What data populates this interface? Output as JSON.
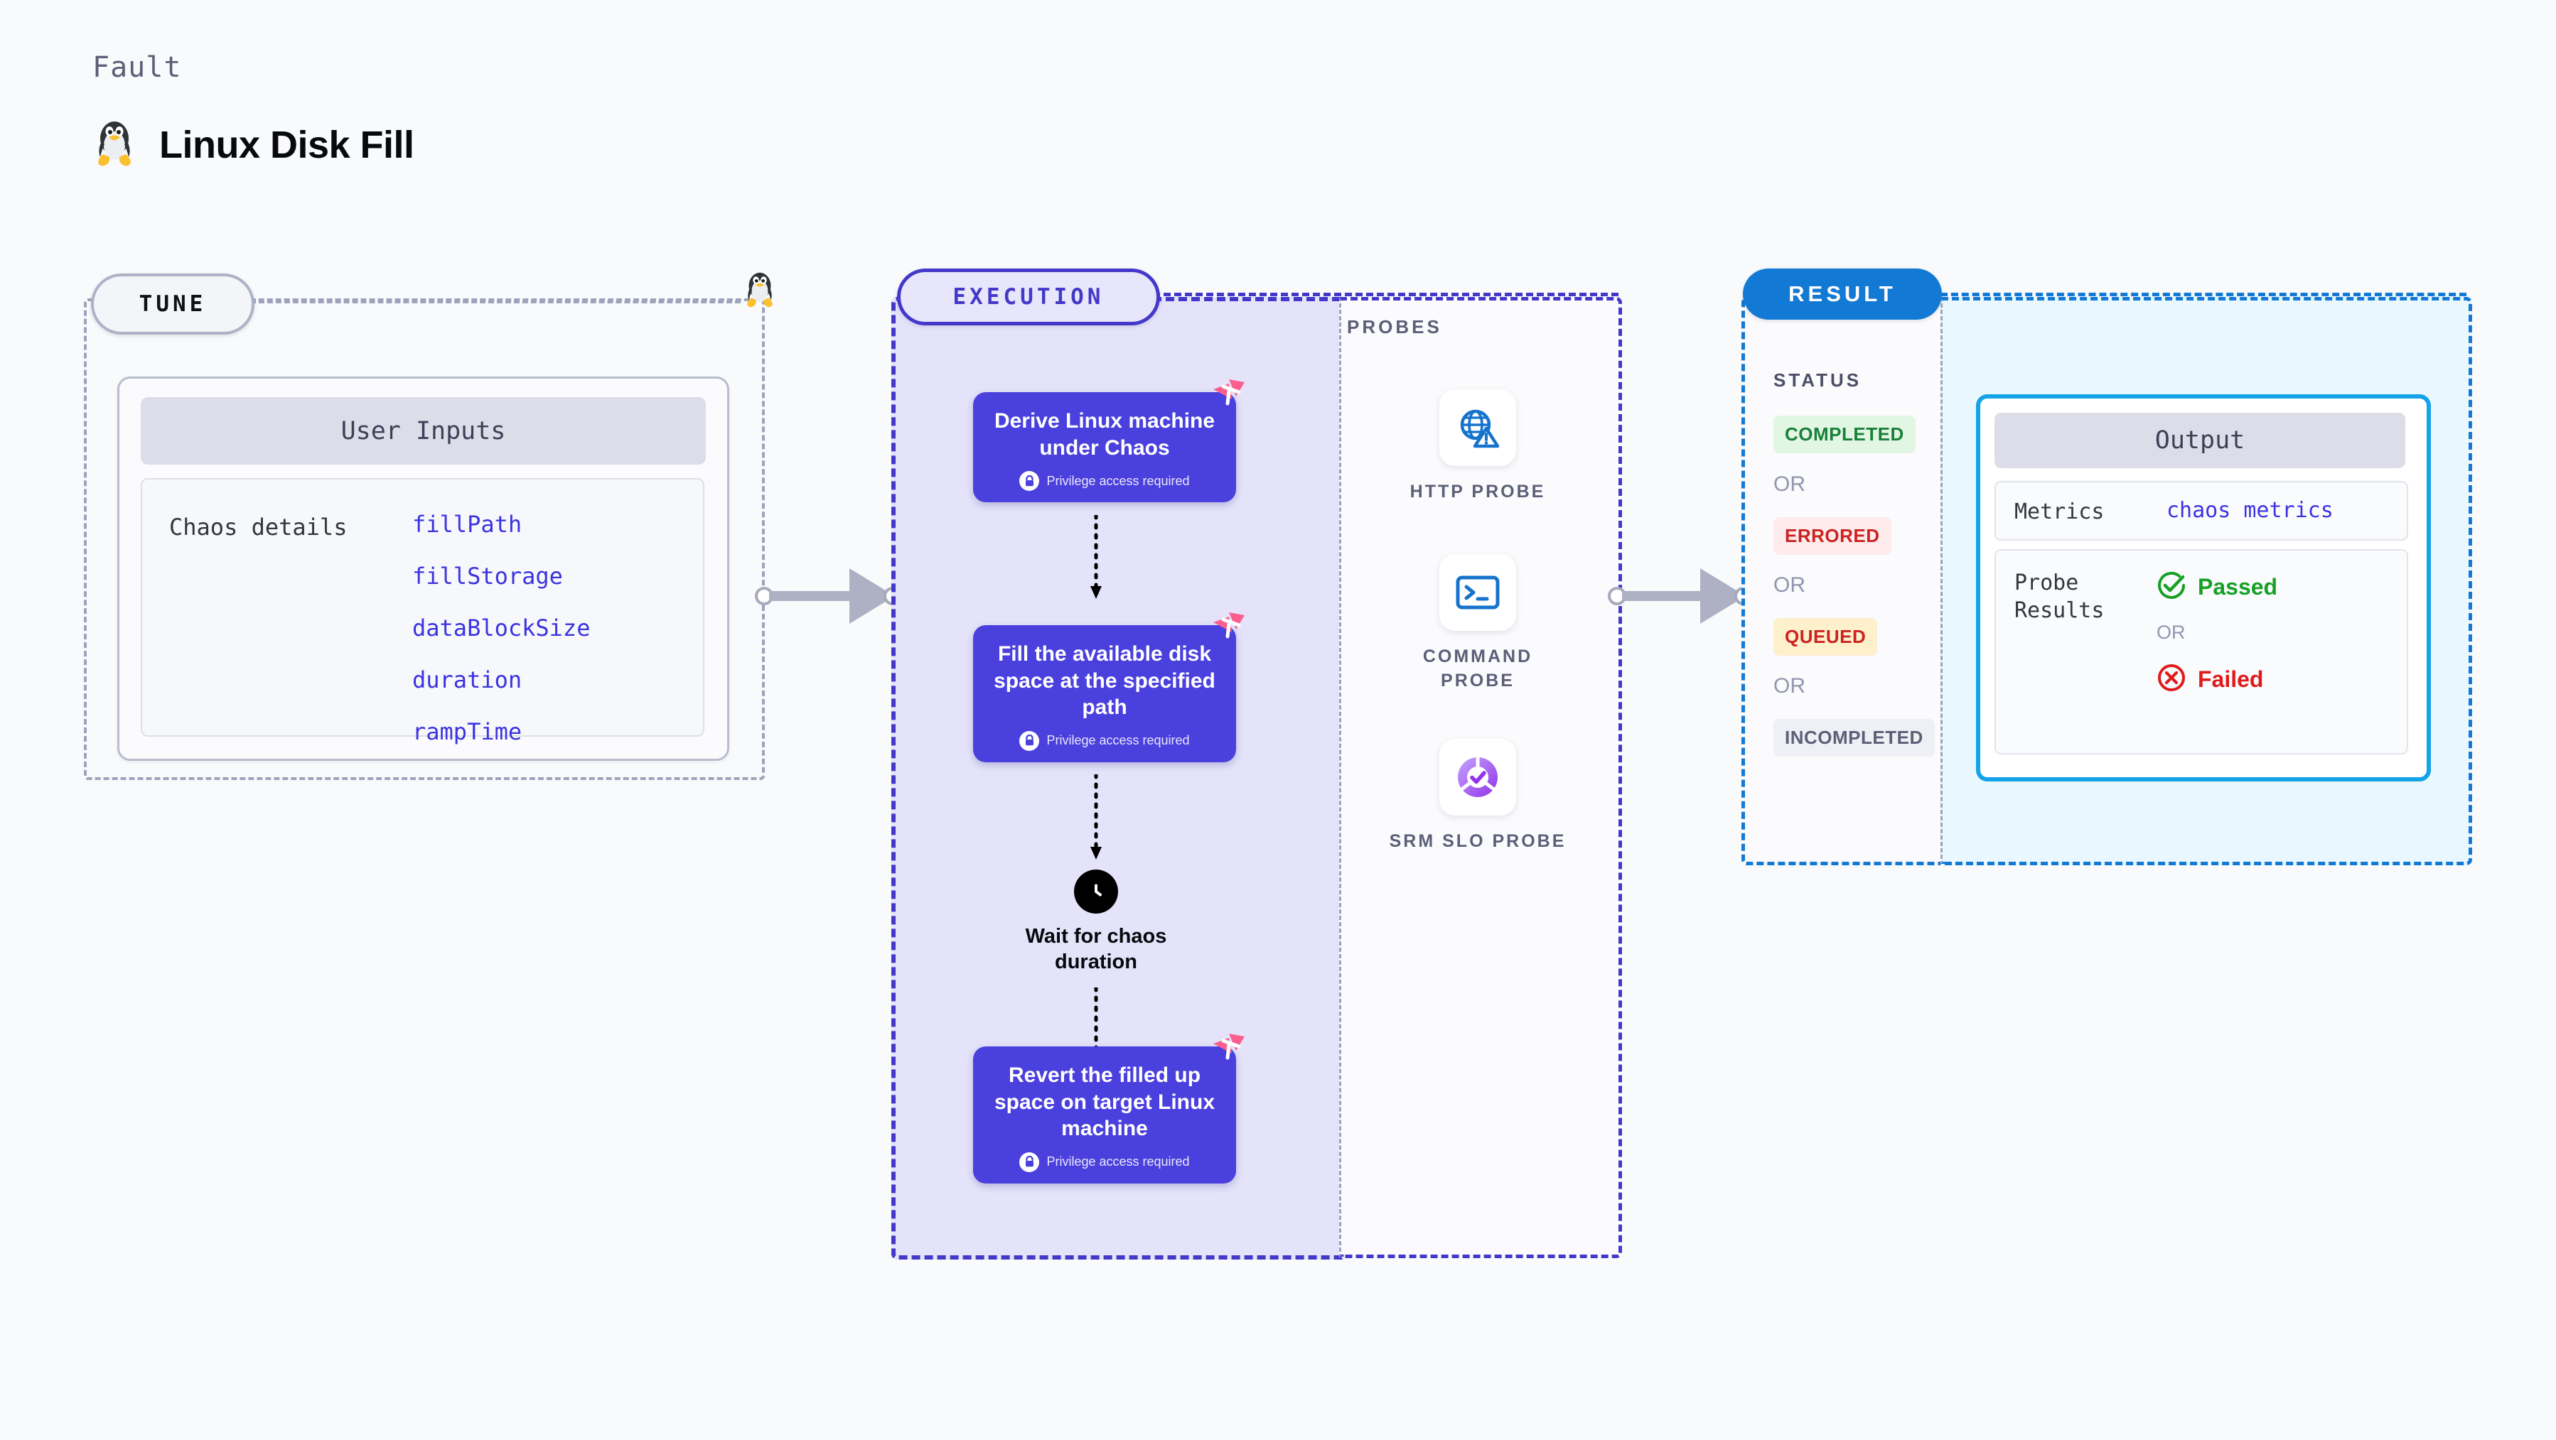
{
  "header": {
    "kicker": "Fault",
    "title": "Linux Disk Fill",
    "icon": "linux-penguin-icon"
  },
  "tune": {
    "pill_label": "TUNE",
    "card_title": "User Inputs",
    "details_label": "Chaos details",
    "params": [
      "fillPath",
      "fillStorage",
      "dataBlockSize",
      "duration",
      "rampTime"
    ]
  },
  "execution": {
    "pill_label": "EXECUTION",
    "steps": [
      {
        "title": "Derive Linux machine under Chaos",
        "privilege": "Privilege access required"
      },
      {
        "title": "Fill the available disk space at the specified path",
        "privilege": "Privilege access required"
      },
      {
        "title": "Revert the filled up space on target Linux machine",
        "privilege": "Privilege access required"
      }
    ],
    "wait": {
      "label": "Wait for chaos duration",
      "icon": "clock-icon"
    }
  },
  "probes": {
    "section_label": "PROBES",
    "items": [
      {
        "label": "HTTP PROBE",
        "icon": "globe-warning-icon"
      },
      {
        "label": "COMMAND PROBE",
        "icon": "terminal-icon"
      },
      {
        "label": "SRM SLO PROBE",
        "icon": "slo-donut-check-icon"
      }
    ]
  },
  "result": {
    "pill_label": "RESULT",
    "status_label": "STATUS",
    "or_label": "OR",
    "statuses": [
      {
        "text": "COMPLETED",
        "color": "#188038",
        "bg": "#e2f6e4"
      },
      {
        "text": "ERRORED",
        "color": "#cc2222",
        "bg": "#fdeceb"
      },
      {
        "text": "QUEUED",
        "color": "#cc2222",
        "bg": "#fdf0ca"
      },
      {
        "text": "INCOMPLETED",
        "color": "#5b5f77",
        "bg": "#eff0f5"
      }
    ]
  },
  "output": {
    "title": "Output",
    "metrics_key": "Metrics",
    "metrics_value": "chaos metrics",
    "probe_results_key": "Probe Results",
    "or_label": "OR",
    "passed_label": "Passed",
    "failed_label": "Failed",
    "passed_color": "#17a024",
    "failed_color": "#e01b1b"
  },
  "colors": {
    "accent_purple": "#4338ca",
    "card_purple": "#4a40dd",
    "result_blue": "#1279d4",
    "output_cyan": "#13a3e8",
    "litmus_pink": "#fb5f8f",
    "param_blue": "#3b33e0"
  }
}
